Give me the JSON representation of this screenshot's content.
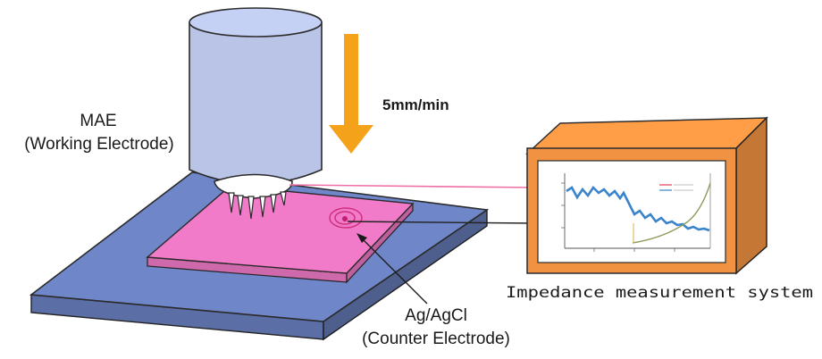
{
  "labels": {
    "mae_title": "MAE",
    "mae_subtitle": "(Working Electrode)",
    "speed": "5mm/min",
    "counter_title": "Ag/AgCl",
    "counter_subtitle": "(Counter Electrode)",
    "system": "Impedance measurement system"
  },
  "colors": {
    "base_plate": "#6f86c9",
    "sample": "#f27bc9",
    "cylinder": "#b9c4e6",
    "arrow": "#f3a21a",
    "device_frame": "#f09242",
    "wire_pink": "#ee6fa6",
    "wire_black": "#222222",
    "curve_blue": "#3a84cc",
    "curve_green": "#8f9a5c"
  },
  "icons": {
    "down_arrow": "down-arrow-icon",
    "electrode_tip": "electrode-needle-icon"
  }
}
